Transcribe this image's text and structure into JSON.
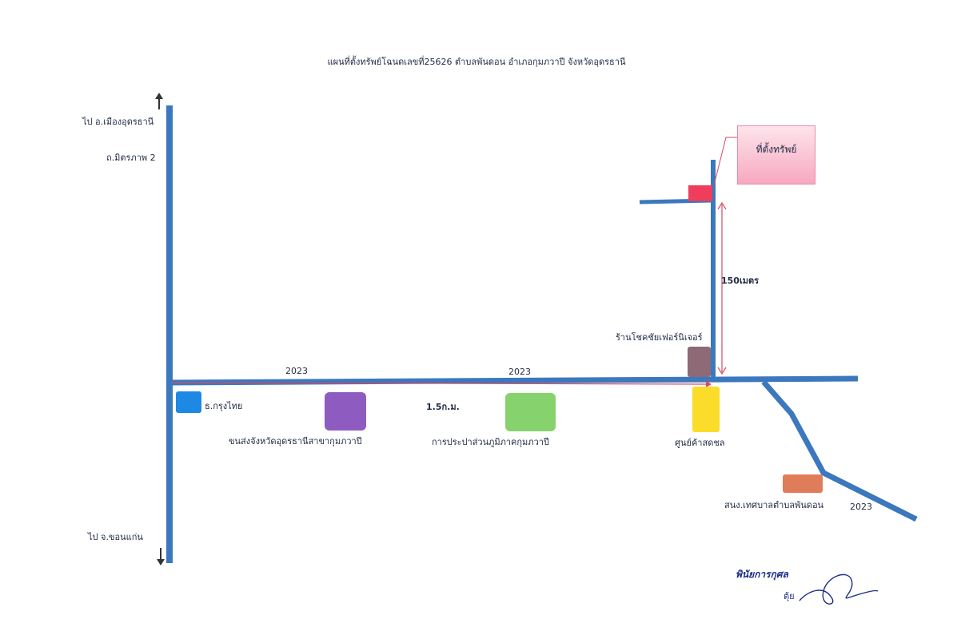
{
  "title": "แผนที่ตั้งทรัพย์โฉนดเลขที่25626 ตำบลพันดอน อำเภอกุมภวาปี จังหวัดอุดรธานี",
  "directions": {
    "north_to": "ไป อ.เมืองอุดรธานี",
    "north_road": "ถ.มิตรภาพ 2",
    "south_to": "ไป จ.ขอนแก่น"
  },
  "road_labels": {
    "main_road_1": "2023",
    "main_road_2": "2023",
    "branch_road": "2023"
  },
  "distances": {
    "along_main": "1.5ก.ม.",
    "to_property": "150เมตร"
  },
  "property_label": "ที่ตั้งทรัพย์",
  "landmarks": [
    {
      "name": "ธ.กรุงไทย",
      "color": "#1e88e5"
    },
    {
      "name": "ขนส่งจังหวัดอุดรธานีสาขากุมภวาปี",
      "color": "#8e5cc0"
    },
    {
      "name": "การประปาส่วนภูมิภาคกุมภวาปี",
      "color": "#86d36e"
    },
    {
      "name": "ร้านโชคชัยเฟอร์นิเจอร์",
      "color": "#8d6a76"
    },
    {
      "name": "ศูนย์ค้าสดชล",
      "color": "#fbdc2a"
    },
    {
      "name": "สนง.เทศบาลตำบลพันดอน",
      "color": "#e07c5a"
    }
  ],
  "colors": {
    "road": "#3c78be",
    "property_marker": "#ef3e5c",
    "distance_arrow": "#d9495f"
  },
  "signature": {
    "text": "พินัยการกุศล",
    "note": "ตุ้ย"
  }
}
